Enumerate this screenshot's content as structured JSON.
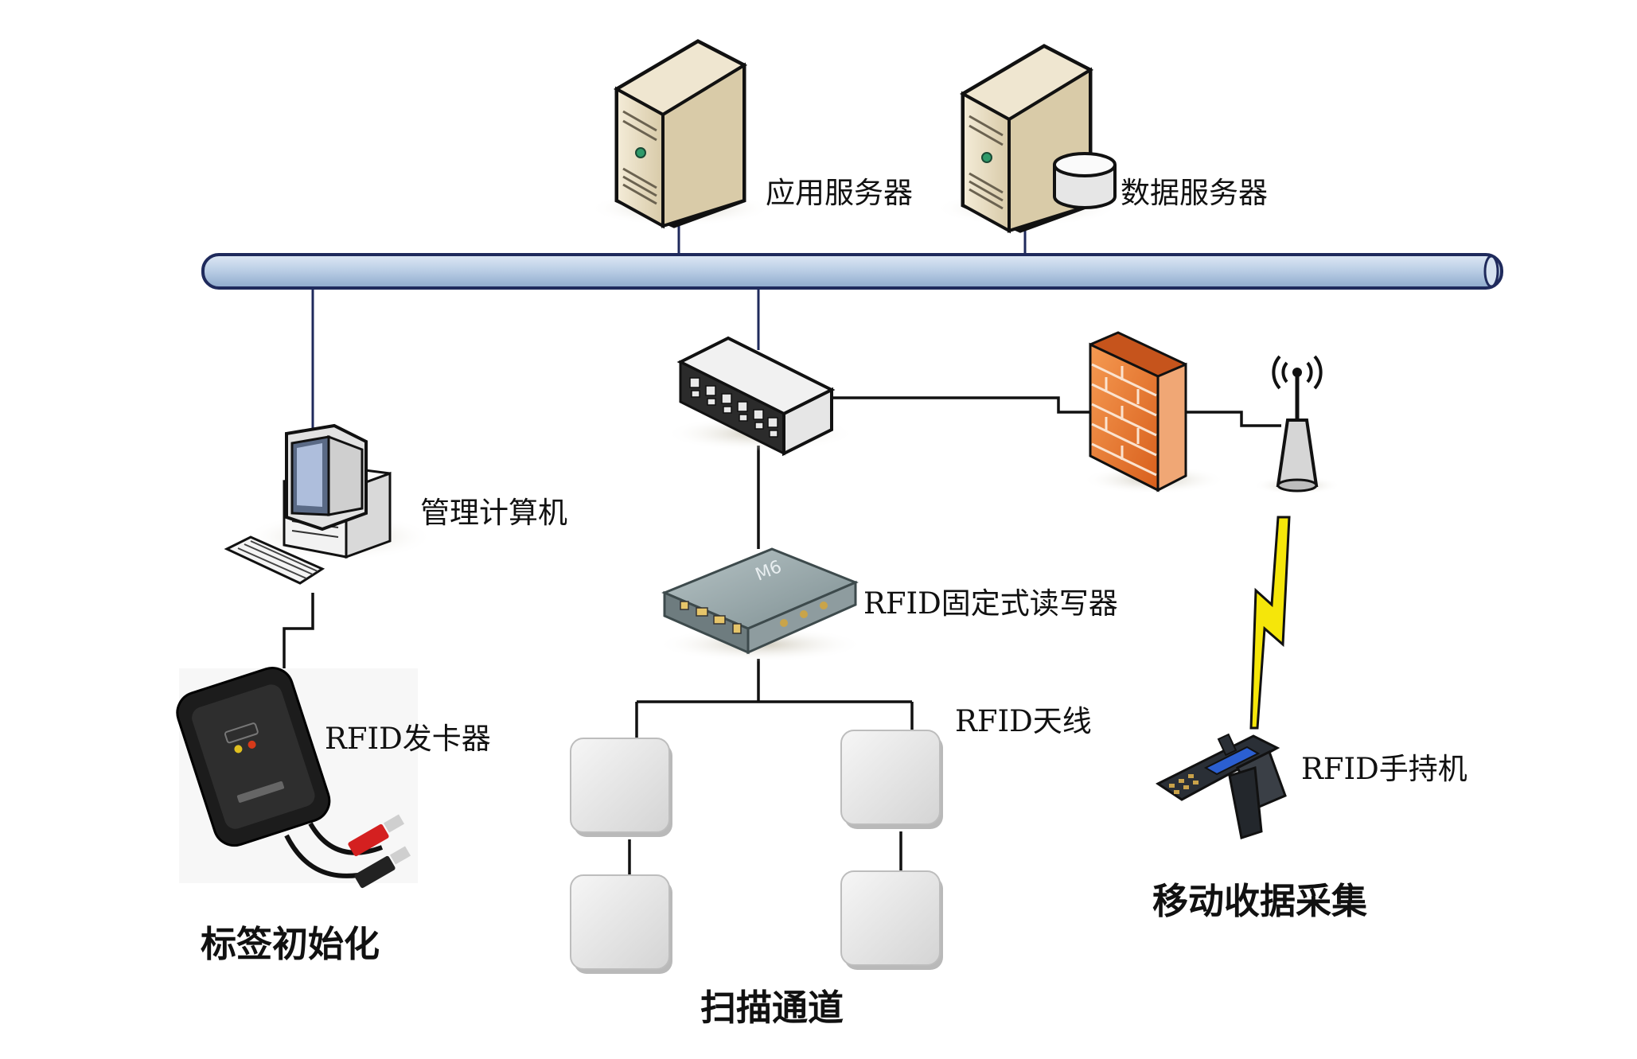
{
  "labels": {
    "app_server": "应用服务器",
    "data_server": "数据服务器",
    "management_pc": "管理计算机",
    "fixed_reader": "RFID固定式读写器",
    "card_issuer": "RFID发卡器",
    "antenna": "RFID天线",
    "handheld": "RFID手持机"
  },
  "captions": {
    "tag_init": "标签初始化",
    "scan_channel": "扫描通道",
    "mobile_collection": "移动收据采集"
  },
  "device_text": {
    "reader_model": "M6"
  },
  "colors": {
    "bus_fill": "#b8cce4",
    "connector": "#1f2a5c",
    "server_beige": "#e9dfc6",
    "firewall_orange": "#e8752e",
    "lightning_yellow": "#f5e60a",
    "antenna_panel": "#e6e6e6"
  },
  "icons": [
    "server-icon",
    "database-icon",
    "desktop-computer-icon",
    "network-switch-icon",
    "firewall-icon",
    "wireless-ap-icon",
    "rfid-reader-icon",
    "rfid-antenna-icon",
    "handheld-terminal-icon",
    "card-issuer-icon",
    "lightning-icon"
  ]
}
